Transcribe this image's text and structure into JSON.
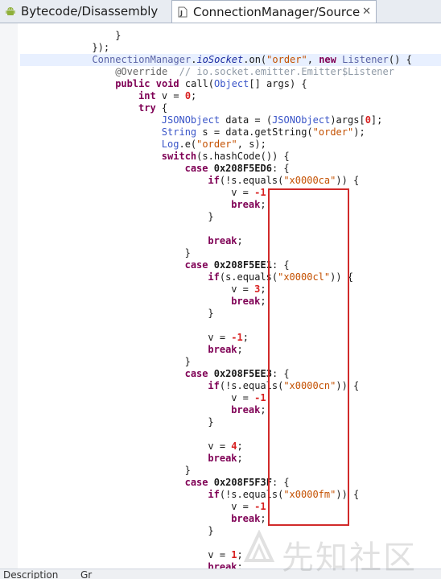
{
  "tabs": [
    {
      "label": "Bytecode/Disassembly",
      "icon": "android-icon",
      "active": false
    },
    {
      "label": "ConnectionManager/Source",
      "icon": "java-source-file-icon",
      "active": true,
      "close": "✕"
    }
  ],
  "code_lines": [
    {
      "indent": 16,
      "tokens": [
        {
          "c": "plain",
          "t": "}"
        }
      ]
    },
    {
      "indent": 12,
      "tokens": [
        {
          "c": "plain",
          "t": "});"
        }
      ]
    },
    {
      "indent": 12,
      "hl": true,
      "tokens": [
        {
          "c": "ty2",
          "t": "ConnectionManager"
        },
        {
          "c": "plain",
          "t": "."
        },
        {
          "c": "it",
          "t": "ioSocket"
        },
        {
          "c": "plain",
          "t": ".on("
        },
        {
          "c": "str",
          "t": "\"order\""
        },
        {
          "c": "plain",
          "t": ", "
        },
        {
          "c": "kw",
          "t": "new "
        },
        {
          "c": "ty2",
          "t": "Listener"
        },
        {
          "c": "plain",
          "t": "() {"
        }
      ]
    },
    {
      "indent": 16,
      "tokens": [
        {
          "c": "ann",
          "t": "@Override"
        },
        {
          "c": "cm",
          "t": "  // io.socket.emitter.Emitter$Listener"
        }
      ]
    },
    {
      "indent": 16,
      "tokens": [
        {
          "c": "kw",
          "t": "public void "
        },
        {
          "c": "plain",
          "t": "call("
        },
        {
          "c": "ty",
          "t": "Object"
        },
        {
          "c": "plain",
          "t": "[] args) {"
        }
      ]
    },
    {
      "indent": 20,
      "tokens": [
        {
          "c": "kw",
          "t": "int "
        },
        {
          "c": "plain",
          "t": "v = "
        },
        {
          "c": "num",
          "t": "0"
        },
        {
          "c": "plain",
          "t": ";"
        }
      ]
    },
    {
      "indent": 20,
      "tokens": [
        {
          "c": "kw",
          "t": "try "
        },
        {
          "c": "plain",
          "t": "{"
        }
      ]
    },
    {
      "indent": 24,
      "tokens": [
        {
          "c": "ty",
          "t": "JSONObject"
        },
        {
          "c": "plain",
          "t": " data = ("
        },
        {
          "c": "ty",
          "t": "JSONObject"
        },
        {
          "c": "plain",
          "t": ")args["
        },
        {
          "c": "num",
          "t": "0"
        },
        {
          "c": "plain",
          "t": "];"
        }
      ]
    },
    {
      "indent": 24,
      "tokens": [
        {
          "c": "ty",
          "t": "String"
        },
        {
          "c": "plain",
          "t": " s = data.getString("
        },
        {
          "c": "str",
          "t": "\"order\""
        },
        {
          "c": "plain",
          "t": ");"
        }
      ]
    },
    {
      "indent": 24,
      "tokens": [
        {
          "c": "ty",
          "t": "Log"
        },
        {
          "c": "plain",
          "t": ".e("
        },
        {
          "c": "str",
          "t": "\"order\""
        },
        {
          "c": "plain",
          "t": ", s);"
        }
      ]
    },
    {
      "indent": 24,
      "tokens": [
        {
          "c": "kw",
          "t": "switch"
        },
        {
          "c": "plain",
          "t": "(s.hashCode()) {"
        }
      ]
    },
    {
      "indent": 28,
      "tokens": [
        {
          "c": "kw",
          "t": "case "
        },
        {
          "c": "hexv",
          "t": "0x208F5ED6"
        },
        {
          "c": "plain",
          "t": ": {"
        }
      ]
    },
    {
      "indent": 32,
      "tokens": [
        {
          "c": "kw",
          "t": "if"
        },
        {
          "c": "plain",
          "t": "(!s.equals("
        },
        {
          "c": "str",
          "t": "\"x0000ca\""
        },
        {
          "c": "plain",
          "t": ")) {"
        }
      ]
    },
    {
      "indent": 36,
      "tokens": [
        {
          "c": "plain",
          "t": "v = "
        },
        {
          "c": "num",
          "t": "-1"
        },
        {
          "c": "plain",
          "t": ";"
        }
      ]
    },
    {
      "indent": 36,
      "tokens": [
        {
          "c": "kw",
          "t": "break"
        },
        {
          "c": "plain",
          "t": ";"
        }
      ]
    },
    {
      "indent": 32,
      "tokens": [
        {
          "c": "plain",
          "t": "}"
        }
      ]
    },
    {
      "indent": 0,
      "tokens": []
    },
    {
      "indent": 32,
      "tokens": [
        {
          "c": "kw",
          "t": "break"
        },
        {
          "c": "plain",
          "t": ";"
        }
      ]
    },
    {
      "indent": 28,
      "tokens": [
        {
          "c": "plain",
          "t": "}"
        }
      ]
    },
    {
      "indent": 28,
      "tokens": [
        {
          "c": "kw",
          "t": "case "
        },
        {
          "c": "hexv",
          "t": "0x208F5EE1"
        },
        {
          "c": "plain",
          "t": ": {"
        }
      ]
    },
    {
      "indent": 32,
      "tokens": [
        {
          "c": "kw",
          "t": "if"
        },
        {
          "c": "plain",
          "t": "(s.equals("
        },
        {
          "c": "str",
          "t": "\"x0000cl\""
        },
        {
          "c": "plain",
          "t": ")) {"
        }
      ]
    },
    {
      "indent": 36,
      "tokens": [
        {
          "c": "plain",
          "t": "v = "
        },
        {
          "c": "num",
          "t": "3"
        },
        {
          "c": "plain",
          "t": ";"
        }
      ]
    },
    {
      "indent": 36,
      "tokens": [
        {
          "c": "kw",
          "t": "break"
        },
        {
          "c": "plain",
          "t": ";"
        }
      ]
    },
    {
      "indent": 32,
      "tokens": [
        {
          "c": "plain",
          "t": "}"
        }
      ]
    },
    {
      "indent": 0,
      "tokens": []
    },
    {
      "indent": 32,
      "tokens": [
        {
          "c": "plain",
          "t": "v = "
        },
        {
          "c": "num",
          "t": "-1"
        },
        {
          "c": "plain",
          "t": ";"
        }
      ]
    },
    {
      "indent": 32,
      "tokens": [
        {
          "c": "kw",
          "t": "break"
        },
        {
          "c": "plain",
          "t": ";"
        }
      ]
    },
    {
      "indent": 28,
      "tokens": [
        {
          "c": "plain",
          "t": "}"
        }
      ]
    },
    {
      "indent": 28,
      "tokens": [
        {
          "c": "kw",
          "t": "case "
        },
        {
          "c": "hexv",
          "t": "0x208F5EE3"
        },
        {
          "c": "plain",
          "t": ": {"
        }
      ]
    },
    {
      "indent": 32,
      "tokens": [
        {
          "c": "kw",
          "t": "if"
        },
        {
          "c": "plain",
          "t": "(!s.equals("
        },
        {
          "c": "str",
          "t": "\"x0000cn\""
        },
        {
          "c": "plain",
          "t": ")) {"
        }
      ]
    },
    {
      "indent": 36,
      "tokens": [
        {
          "c": "plain",
          "t": "v = "
        },
        {
          "c": "num",
          "t": "-1"
        },
        {
          "c": "plain",
          "t": ";"
        }
      ]
    },
    {
      "indent": 36,
      "tokens": [
        {
          "c": "kw",
          "t": "break"
        },
        {
          "c": "plain",
          "t": ";"
        }
      ]
    },
    {
      "indent": 32,
      "tokens": [
        {
          "c": "plain",
          "t": "}"
        }
      ]
    },
    {
      "indent": 0,
      "tokens": []
    },
    {
      "indent": 32,
      "tokens": [
        {
          "c": "plain",
          "t": "v = "
        },
        {
          "c": "num",
          "t": "4"
        },
        {
          "c": "plain",
          "t": ";"
        }
      ]
    },
    {
      "indent": 32,
      "tokens": [
        {
          "c": "kw",
          "t": "break"
        },
        {
          "c": "plain",
          "t": ";"
        }
      ]
    },
    {
      "indent": 28,
      "tokens": [
        {
          "c": "plain",
          "t": "}"
        }
      ]
    },
    {
      "indent": 28,
      "tokens": [
        {
          "c": "kw",
          "t": "case "
        },
        {
          "c": "hexv",
          "t": "0x208F5F3F"
        },
        {
          "c": "plain",
          "t": ": {"
        }
      ]
    },
    {
      "indent": 32,
      "tokens": [
        {
          "c": "kw",
          "t": "if"
        },
        {
          "c": "plain",
          "t": "(!s.equals("
        },
        {
          "c": "str",
          "t": "\"x0000fm\""
        },
        {
          "c": "plain",
          "t": ")) {"
        }
      ]
    },
    {
      "indent": 36,
      "tokens": [
        {
          "c": "plain",
          "t": "v = "
        },
        {
          "c": "num",
          "t": "-1"
        },
        {
          "c": "plain",
          "t": ";"
        }
      ]
    },
    {
      "indent": 36,
      "tokens": [
        {
          "c": "kw",
          "t": "break"
        },
        {
          "c": "plain",
          "t": ";"
        }
      ]
    },
    {
      "indent": 32,
      "tokens": [
        {
          "c": "plain",
          "t": "}"
        }
      ]
    },
    {
      "indent": 0,
      "tokens": []
    },
    {
      "indent": 32,
      "tokens": [
        {
          "c": "plain",
          "t": "v = "
        },
        {
          "c": "num",
          "t": "1"
        },
        {
          "c": "plain",
          "t": ";"
        }
      ]
    },
    {
      "indent": 32,
      "tokens": [
        {
          "c": "kw",
          "t": "break"
        },
        {
          "c": "plain",
          "t": ";"
        }
      ]
    }
  ],
  "bottom_tabs": [
    {
      "label": "Description"
    },
    {
      "label": "Gr"
    }
  ],
  "watermark": {
    "text": "先知社区",
    "icon": "xianzhi-logo-icon"
  },
  "colors": {
    "highlight_box": "#d12a2a",
    "current_line": "#e8f0ff",
    "keyword": "#7f0055",
    "string": "#c45000"
  }
}
